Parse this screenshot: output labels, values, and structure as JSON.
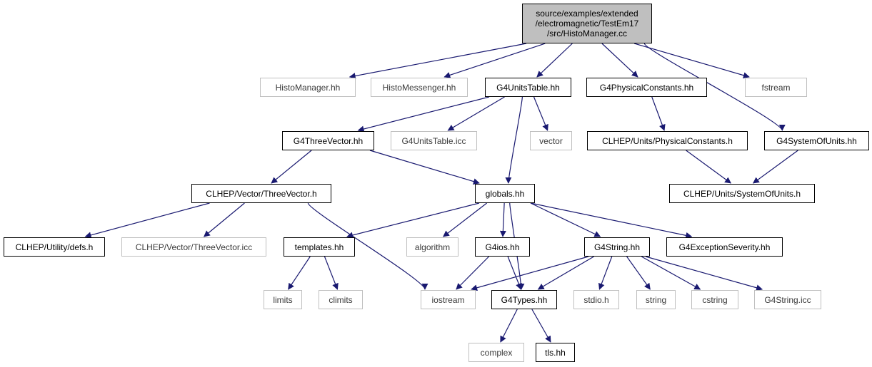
{
  "colors": {
    "edge": "#191970",
    "root_fill": "#bfbfbf",
    "local_border": "#000000",
    "external_border": "#bfbfbf"
  },
  "nodes": [
    {
      "id": "root",
      "kind": "root",
      "lines": [
        "source/examples/extended",
        "/electromagnetic/TestEm17",
        "/src/HistoManager.cc"
      ]
    },
    {
      "id": "histomanager_hh",
      "kind": "external",
      "lines": [
        "HistoManager.hh"
      ]
    },
    {
      "id": "histomessenger_hh",
      "kind": "external",
      "lines": [
        "HistoMessenger.hh"
      ]
    },
    {
      "id": "g4unitstable_hh",
      "kind": "local",
      "lines": [
        "G4UnitsTable.hh"
      ]
    },
    {
      "id": "g4physicalconstants_hh",
      "kind": "local",
      "lines": [
        "G4PhysicalConstants.hh"
      ]
    },
    {
      "id": "fstream",
      "kind": "external",
      "lines": [
        "fstream"
      ]
    },
    {
      "id": "g4threevector_hh",
      "kind": "local",
      "lines": [
        "G4ThreeVector.hh"
      ]
    },
    {
      "id": "g4unitstable_icc",
      "kind": "external",
      "lines": [
        "G4UnitsTable.icc"
      ]
    },
    {
      "id": "vector",
      "kind": "external",
      "lines": [
        "vector"
      ]
    },
    {
      "id": "clhep_physicalconstants_h",
      "kind": "local",
      "lines": [
        "CLHEP/Units/PhysicalConstants.h"
      ]
    },
    {
      "id": "g4systemofunits_hh",
      "kind": "local",
      "lines": [
        "G4SystemOfUnits.hh"
      ]
    },
    {
      "id": "clhep_threevector_h",
      "kind": "local",
      "lines": [
        "CLHEP/Vector/ThreeVector.h"
      ]
    },
    {
      "id": "globals_hh",
      "kind": "local",
      "lines": [
        "globals.hh"
      ]
    },
    {
      "id": "clhep_systemofunits_h",
      "kind": "local",
      "lines": [
        "CLHEP/Units/SystemOfUnits.h"
      ]
    },
    {
      "id": "clhep_defs_h",
      "kind": "local",
      "lines": [
        "CLHEP/Utility/defs.h"
      ]
    },
    {
      "id": "clhep_threevector_icc",
      "kind": "external",
      "lines": [
        "CLHEP/Vector/ThreeVector.icc"
      ]
    },
    {
      "id": "templates_hh",
      "kind": "local",
      "lines": [
        "templates.hh"
      ]
    },
    {
      "id": "algorithm",
      "kind": "external",
      "lines": [
        "algorithm"
      ]
    },
    {
      "id": "g4ios_hh",
      "kind": "local",
      "lines": [
        "G4ios.hh"
      ]
    },
    {
      "id": "g4string_hh",
      "kind": "local",
      "lines": [
        "G4String.hh"
      ]
    },
    {
      "id": "g4exceptionseverity_hh",
      "kind": "local",
      "lines": [
        "G4ExceptionSeverity.hh"
      ]
    },
    {
      "id": "limits",
      "kind": "external",
      "lines": [
        "limits"
      ]
    },
    {
      "id": "climits",
      "kind": "external",
      "lines": [
        "climits"
      ]
    },
    {
      "id": "iostream",
      "kind": "external",
      "lines": [
        "iostream"
      ]
    },
    {
      "id": "g4types_hh",
      "kind": "local",
      "lines": [
        "G4Types.hh"
      ]
    },
    {
      "id": "stdio_h",
      "kind": "external",
      "lines": [
        "stdio.h"
      ]
    },
    {
      "id": "string",
      "kind": "external",
      "lines": [
        "string"
      ]
    },
    {
      "id": "cstring",
      "kind": "external",
      "lines": [
        "cstring"
      ]
    },
    {
      "id": "g4string_icc",
      "kind": "external",
      "lines": [
        "G4String.icc"
      ]
    },
    {
      "id": "complex",
      "kind": "external",
      "lines": [
        "complex"
      ]
    },
    {
      "id": "tls_hh",
      "kind": "local",
      "lines": [
        "tls.hh"
      ]
    }
  ],
  "edges": [
    [
      "root",
      "histomanager_hh"
    ],
    [
      "root",
      "histomessenger_hh"
    ],
    [
      "root",
      "g4unitstable_hh"
    ],
    [
      "root",
      "g4physicalconstants_hh"
    ],
    [
      "root",
      "fstream"
    ],
    [
      "root",
      "g4systemofunits_hh"
    ],
    [
      "g4unitstable_hh",
      "g4threevector_hh"
    ],
    [
      "g4unitstable_hh",
      "g4unitstable_icc"
    ],
    [
      "g4unitstable_hh",
      "vector"
    ],
    [
      "g4unitstable_hh",
      "globals_hh"
    ],
    [
      "g4physicalconstants_hh",
      "clhep_physicalconstants_h"
    ],
    [
      "clhep_physicalconstants_h",
      "clhep_systemofunits_h"
    ],
    [
      "g4systemofunits_hh",
      "clhep_systemofunits_h"
    ],
    [
      "g4threevector_hh",
      "clhep_threevector_h"
    ],
    [
      "g4threevector_hh",
      "globals_hh"
    ],
    [
      "clhep_threevector_h",
      "clhep_defs_h"
    ],
    [
      "clhep_threevector_h",
      "clhep_threevector_icc"
    ],
    [
      "clhep_threevector_h",
      "iostream"
    ],
    [
      "globals_hh",
      "templates_hh"
    ],
    [
      "globals_hh",
      "algorithm"
    ],
    [
      "globals_hh",
      "g4ios_hh"
    ],
    [
      "globals_hh",
      "g4string_hh"
    ],
    [
      "globals_hh",
      "g4exceptionseverity_hh"
    ],
    [
      "globals_hh",
      "g4types_hh"
    ],
    [
      "templates_hh",
      "limits"
    ],
    [
      "templates_hh",
      "climits"
    ],
    [
      "g4ios_hh",
      "iostream"
    ],
    [
      "g4ios_hh",
      "g4types_hh"
    ],
    [
      "g4string_hh",
      "iostream"
    ],
    [
      "g4string_hh",
      "g4types_hh"
    ],
    [
      "g4string_hh",
      "stdio_h"
    ],
    [
      "g4string_hh",
      "string"
    ],
    [
      "g4string_hh",
      "cstring"
    ],
    [
      "g4string_hh",
      "g4string_icc"
    ],
    [
      "g4types_hh",
      "complex"
    ],
    [
      "g4types_hh",
      "tls_hh"
    ]
  ]
}
